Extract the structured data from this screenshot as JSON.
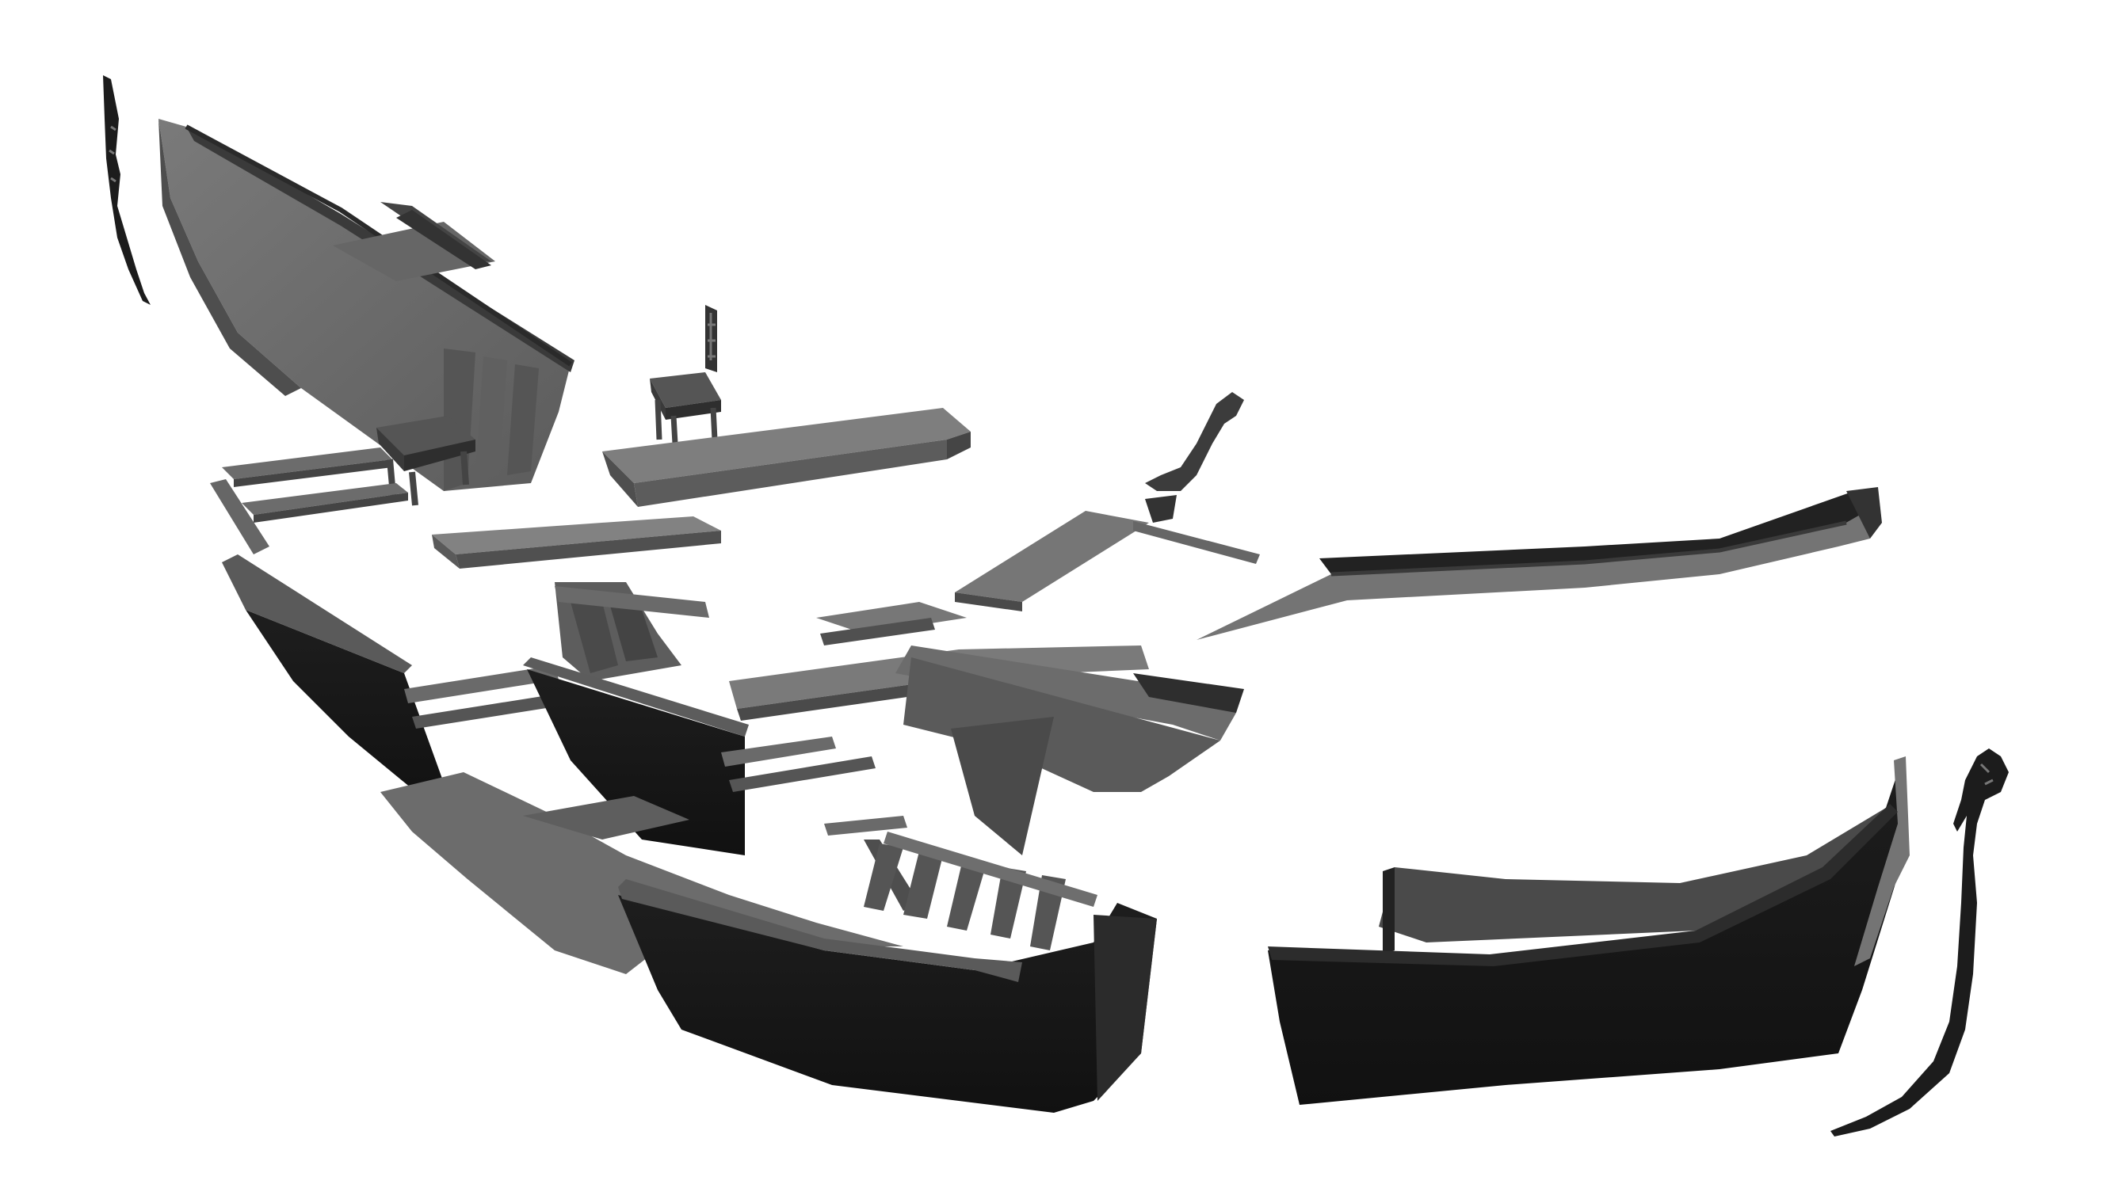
{
  "scene": {
    "background": "#ffffff",
    "palette": {
      "hull_black": "#161616",
      "hull_dark": "#232323",
      "wood_gray": "#6a6a6a",
      "wood_light": "#7b7b7b",
      "wood_mid": "#5a5a5a",
      "edge": "#3a3a3a",
      "shade": "#444444"
    },
    "parts": [
      "ferro-prow-ornament",
      "stern-hull-section",
      "seat-chair",
      "deck-plank",
      "stern-bench-board",
      "forcola-oarlock",
      "oar-rest-plank",
      "side-gunwale-rail",
      "hull-segment",
      "frame-ribs",
      "bottom-plank",
      "bow-hull-section",
      "bow-ornament"
    ]
  }
}
